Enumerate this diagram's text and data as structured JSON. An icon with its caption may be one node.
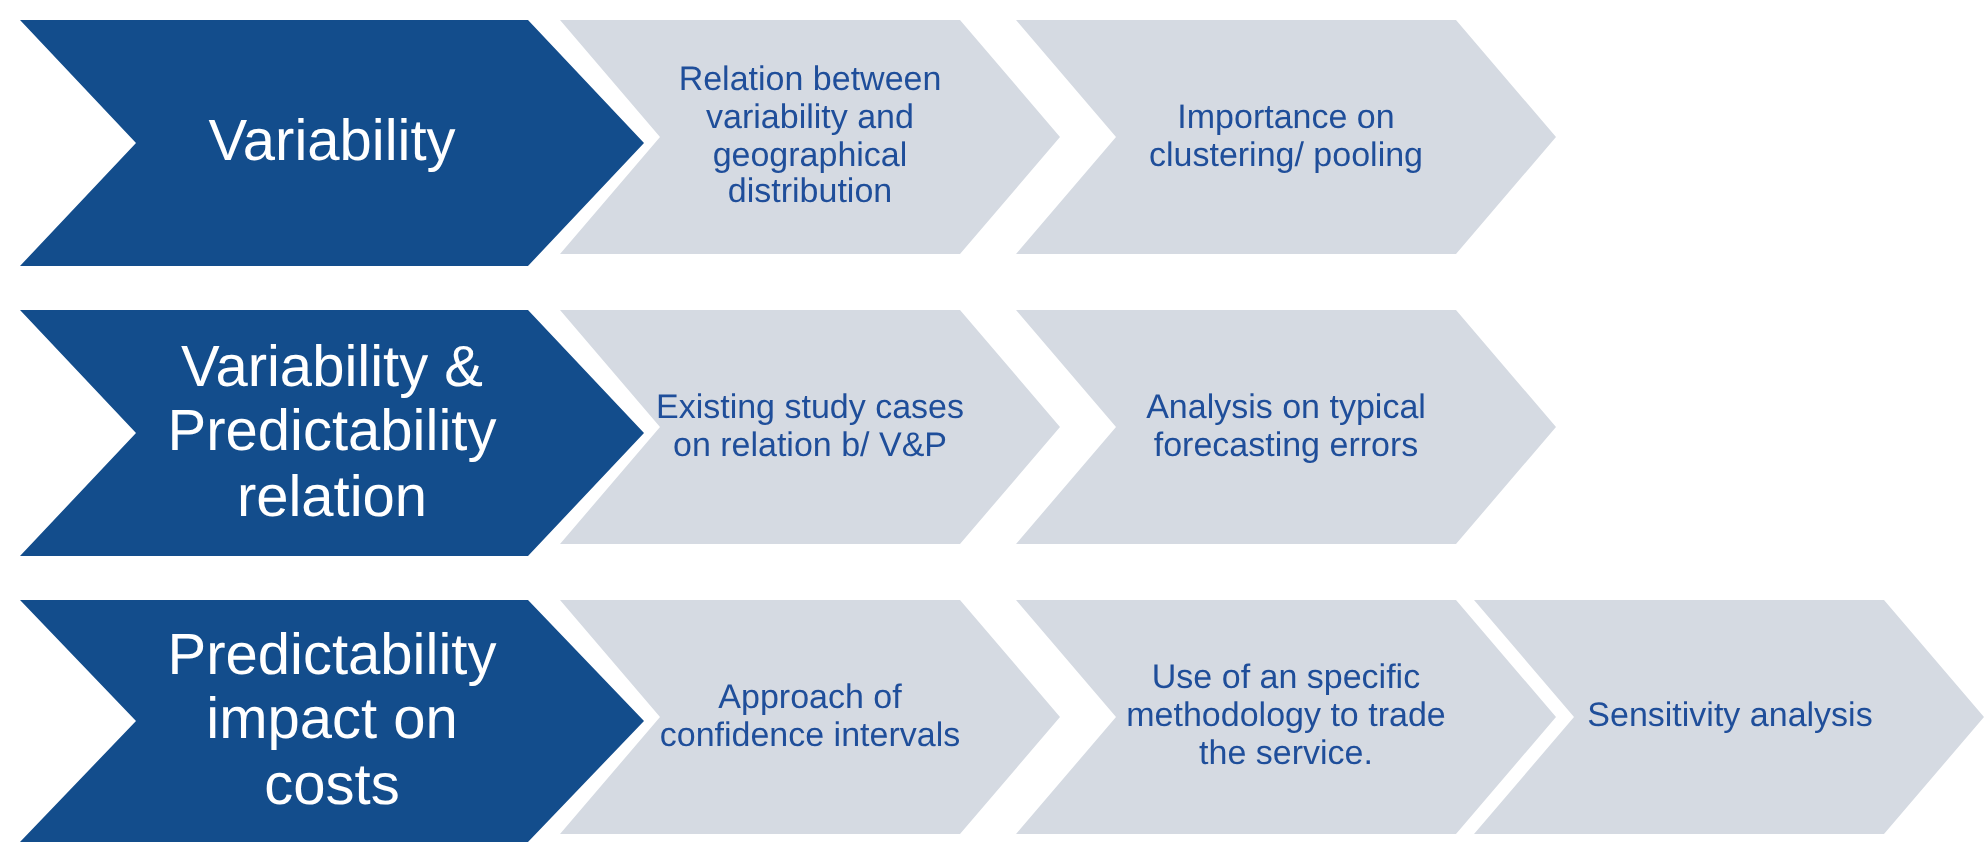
{
  "diagram": {
    "nodes": [
      {
        "text": [
          "Variability"
        ]
      },
      {
        "text": [
          "Relation between variability and geographical distribution"
        ]
      },
      {
        "text": [
          "Importance on clustering/ pooling"
        ]
      },
      {
        "text": [
          "Variability & Predictability relation"
        ]
      },
      {
        "text": [
          "Existing study cases on relation b/ V&P"
        ]
      },
      {
        "text": [
          "Analysis on typical forecasting errors"
        ]
      },
      {
        "text": [
          "Predictability impact on costs"
        ]
      },
      {
        "text": [
          "Approach of confidence intervals"
        ]
      },
      {
        "text": [
          "Use of an specific methodology to trade the service."
        ]
      },
      {
        "text": [
          "Sensitivity analysis"
        ]
      }
    ]
  }
}
